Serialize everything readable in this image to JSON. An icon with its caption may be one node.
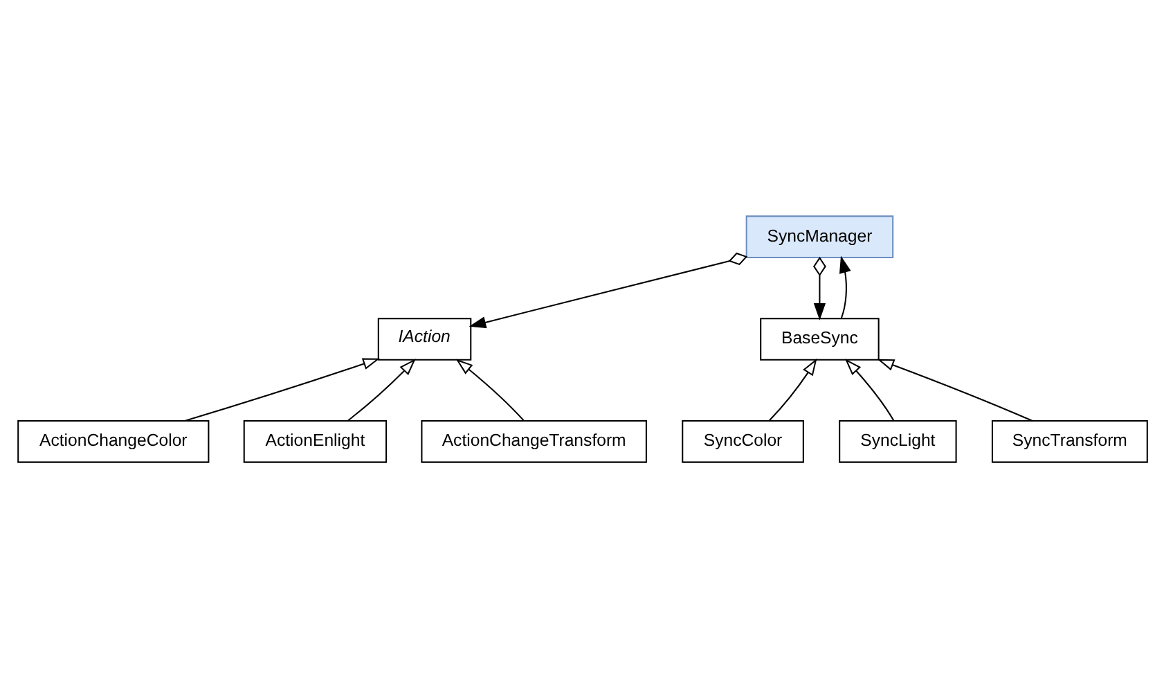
{
  "diagram": {
    "nodes": [
      {
        "text": [
          "SyncManager"
        ]
      },
      {
        "text": [
          "IAction"
        ]
      },
      {
        "text": [
          "BaseSync"
        ]
      },
      {
        "text": [
          "ActionChangeColor"
        ]
      },
      {
        "text": [
          "ActionEnlight"
        ]
      },
      {
        "text": [
          "ActionChangeTransform"
        ]
      },
      {
        "text": [
          "SyncColor"
        ]
      },
      {
        "text": [
          "SyncLight"
        ]
      },
      {
        "text": [
          "SyncTransform"
        ]
      }
    ],
    "edges": [
      {
        "from": 0,
        "to": 1,
        "arrow": "to"
      },
      {
        "from": 0,
        "to": 2,
        "arrow": "to"
      },
      {
        "from": 2,
        "to": 0,
        "arrow": "to"
      },
      {
        "from": 3,
        "to": 1,
        "arrow": "to"
      },
      {
        "from": 4,
        "to": 1,
        "arrow": "to"
      },
      {
        "from": 5,
        "to": 1,
        "arrow": "to"
      },
      {
        "from": 6,
        "to": 2,
        "arrow": "to"
      },
      {
        "from": 7,
        "to": 2,
        "arrow": "to"
      },
      {
        "from": 8,
        "to": 2,
        "arrow": "to"
      }
    ]
  }
}
